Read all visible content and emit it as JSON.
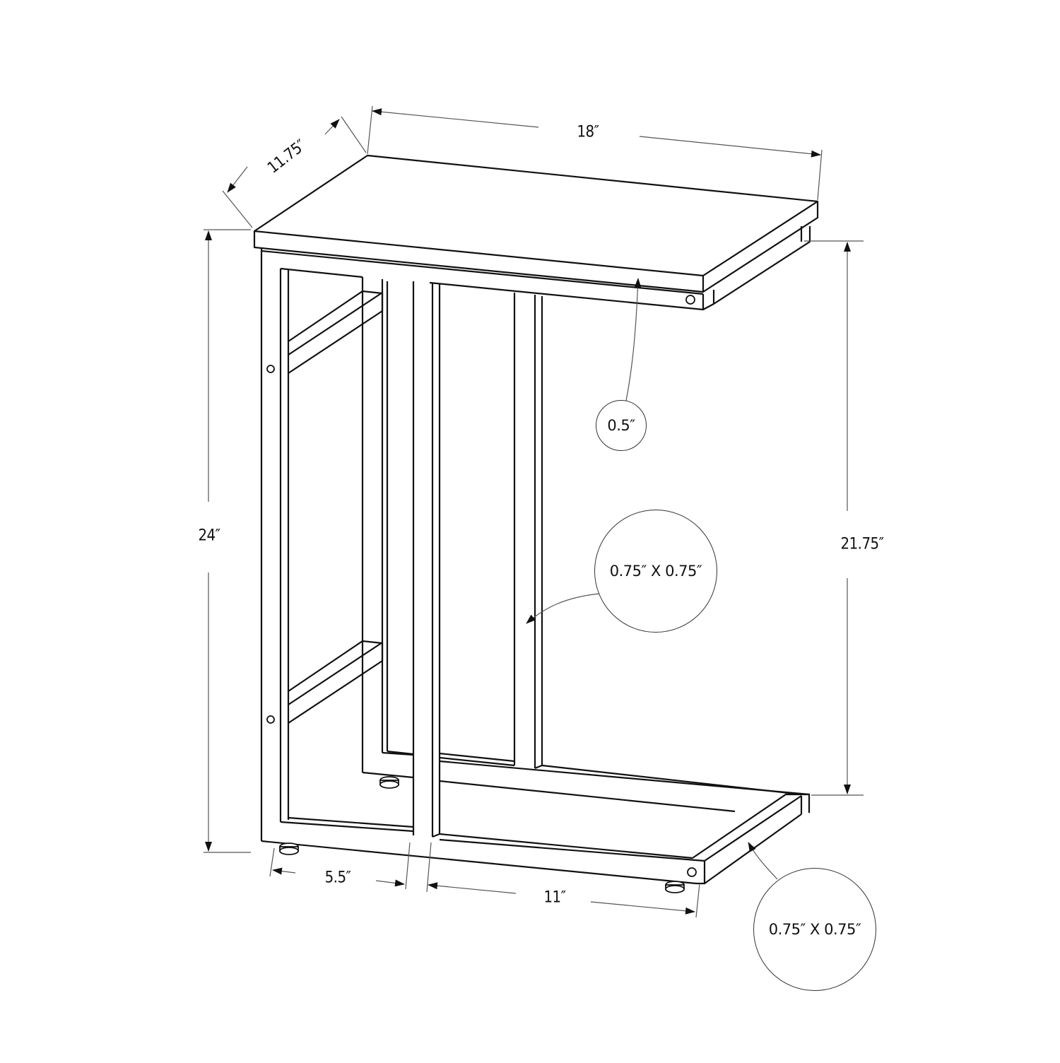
{
  "diagram": {
    "subject": "C-shaped side table dimension drawing",
    "colors": {
      "line": "#111111",
      "dim_line": "#555555",
      "background": "#ffffff"
    },
    "dimensions": {
      "width": "18″",
      "depth": "11.75″",
      "overall_height": "24″",
      "clearance_height": "21.75″",
      "base_left_offset": "5.5″",
      "base_right_span": "11″"
    },
    "callouts": {
      "top_thickness": "0.5″",
      "frame_tube_upright": "0.75″ X 0.75″",
      "frame_tube_base": "0.75″ X 0.75″"
    }
  }
}
